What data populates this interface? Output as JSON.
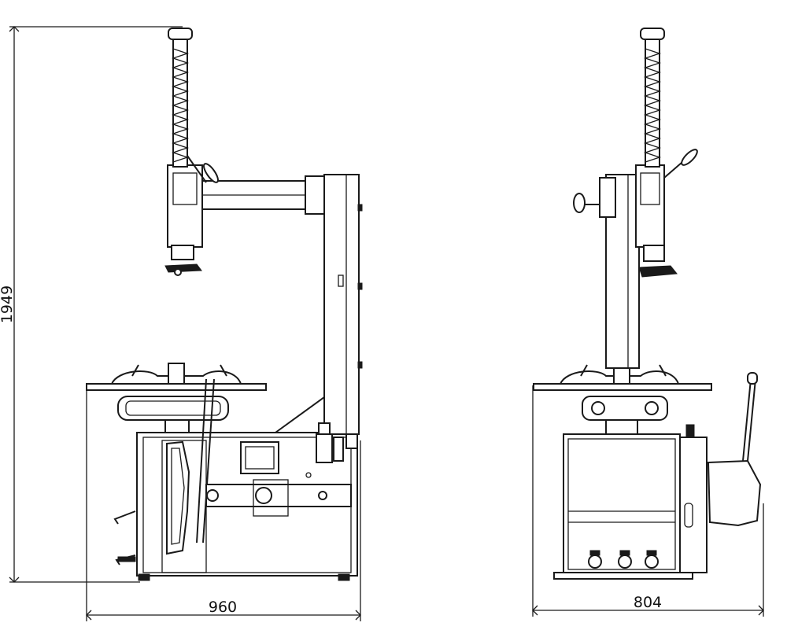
{
  "dimensions": {
    "height_label": "1949",
    "side_width_label": "960",
    "front_width_label": "804"
  }
}
